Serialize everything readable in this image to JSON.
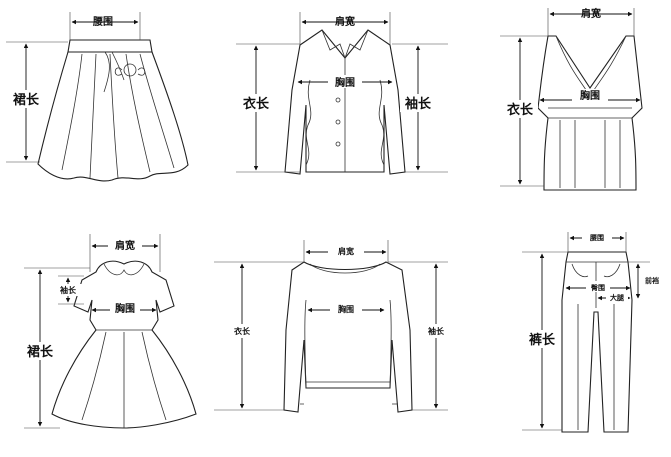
{
  "panels": {
    "skirt": {
      "waist": "腰围",
      "length": "裙长"
    },
    "jacket": {
      "shoulder": "肩宽",
      "chest": "胸围",
      "body_length": "衣长",
      "sleeve_length": "袖长"
    },
    "camisole": {
      "shoulder": "肩宽",
      "chest": "胸围",
      "body_length": "衣长"
    },
    "dress": {
      "shoulder": "肩宽",
      "sleeve": "袖长",
      "chest": "胸围",
      "length": "裙长"
    },
    "sweater": {
      "shoulder": "肩宽",
      "chest": "胸围",
      "body_length": "衣长",
      "sleeve_length": "袖长"
    },
    "pants": {
      "waist": "腰围",
      "hip": "臀围",
      "front_rise": "前裆",
      "thigh": "大腿",
      "length": "裤长"
    }
  }
}
